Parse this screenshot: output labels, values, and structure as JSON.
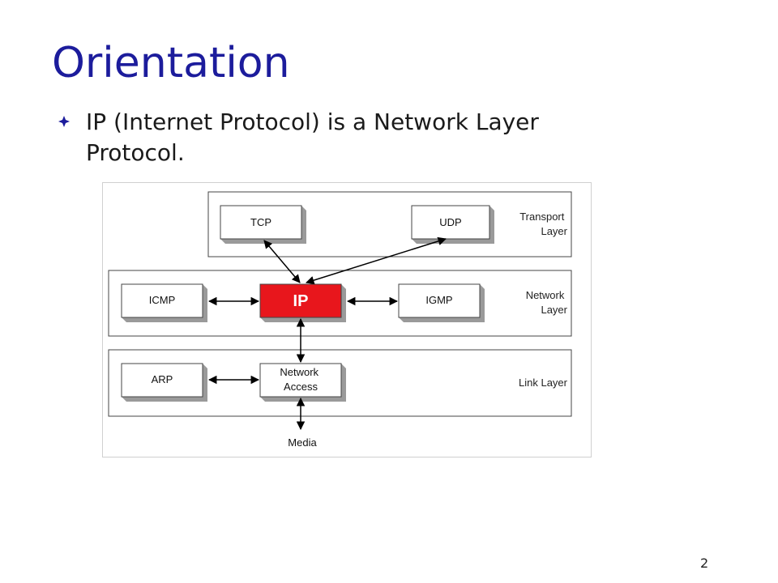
{
  "slide": {
    "title": "Orientation",
    "bullet": "IP (Internet Protocol) is a Network Layer Protocol.",
    "page_number": "2"
  },
  "diagram": {
    "layers": {
      "transport": "Transport Layer",
      "network": "Network Layer",
      "link": "Link Layer"
    },
    "boxes": {
      "tcp": "TCP",
      "udp": "UDP",
      "icmp": "ICMP",
      "ip": "IP",
      "igmp": "IGMP",
      "arp": "ARP",
      "network_access": "Network Access"
    },
    "media": "Media",
    "colors": {
      "ip_box": "#e8161c",
      "title": "#1c1c9c"
    }
  }
}
